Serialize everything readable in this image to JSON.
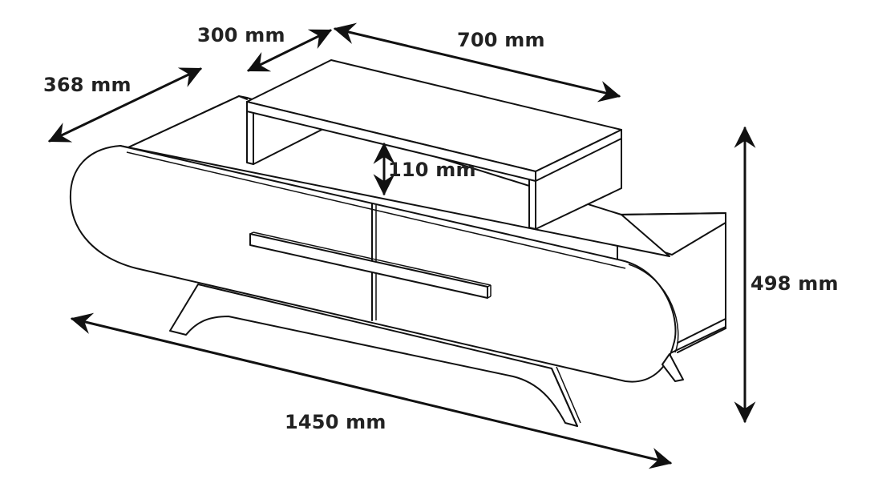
{
  "diagram": {
    "subject": "TV stand with raised top shelf",
    "line_color": "#111111",
    "label_color": "#222222",
    "background": "#ffffff"
  },
  "dimensions": {
    "overall_depth": {
      "label": "368 mm"
    },
    "shelf_depth": {
      "label": "300 mm"
    },
    "shelf_width": {
      "label": "700 mm"
    },
    "shelf_height": {
      "label": "110 mm"
    },
    "overall_height": {
      "label": "498 mm"
    },
    "overall_width": {
      "label": "1450 mm"
    }
  }
}
